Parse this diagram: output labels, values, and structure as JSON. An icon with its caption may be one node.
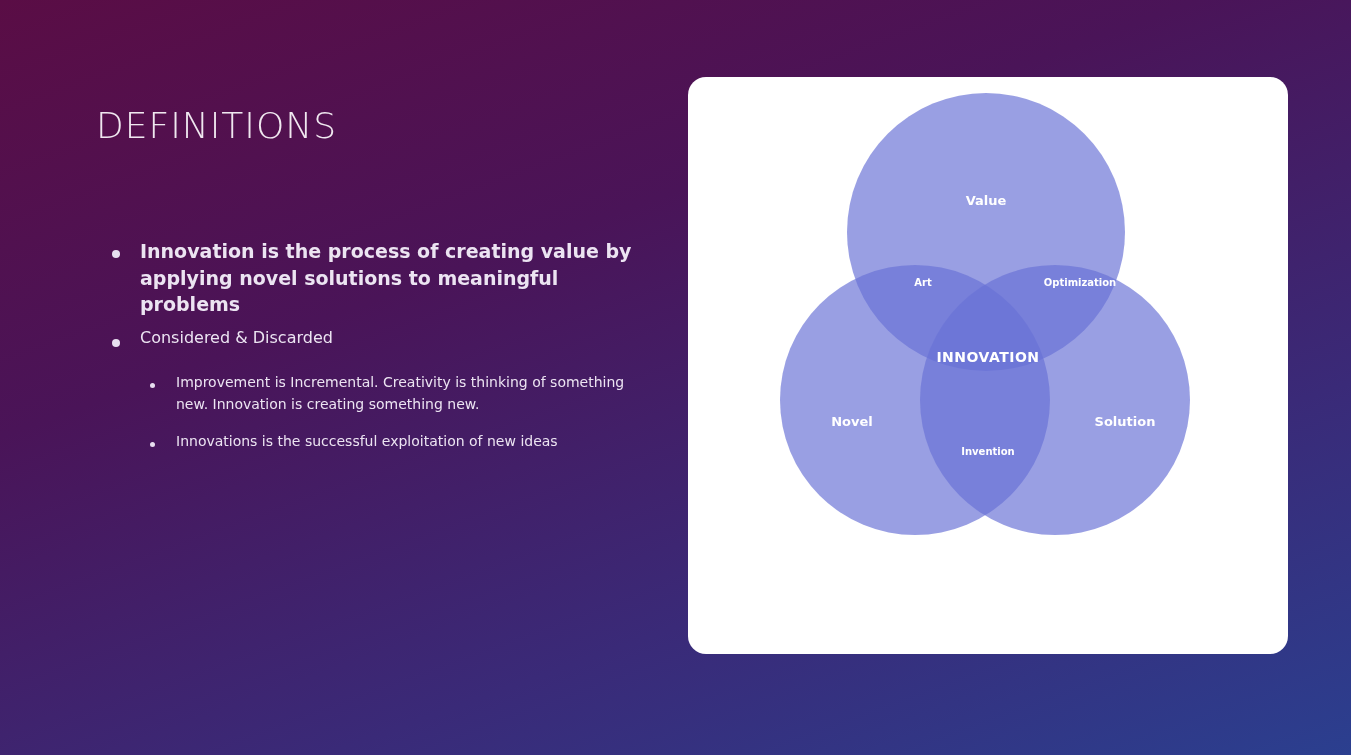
{
  "diagram": {
    "title": "DEFINITIONS",
    "nodes": [
      {
        "text": [
          "Value"
        ]
      },
      {
        "text": [
          "Novel"
        ]
      },
      {
        "text": [
          "Solution"
        ]
      }
    ],
    "labels": [
      "Innovation is the process of creating value by applying novel solutions to meaningful problems",
      "Considered & Discarded",
      "Improvement is Incremental.  Creativity is thinking of something new.  Innovation is creating something new.",
      "Innovations is the successful exploitation of new ideas",
      "Art",
      "Optimization",
      "INNOVATION",
      "Invention"
    ]
  }
}
